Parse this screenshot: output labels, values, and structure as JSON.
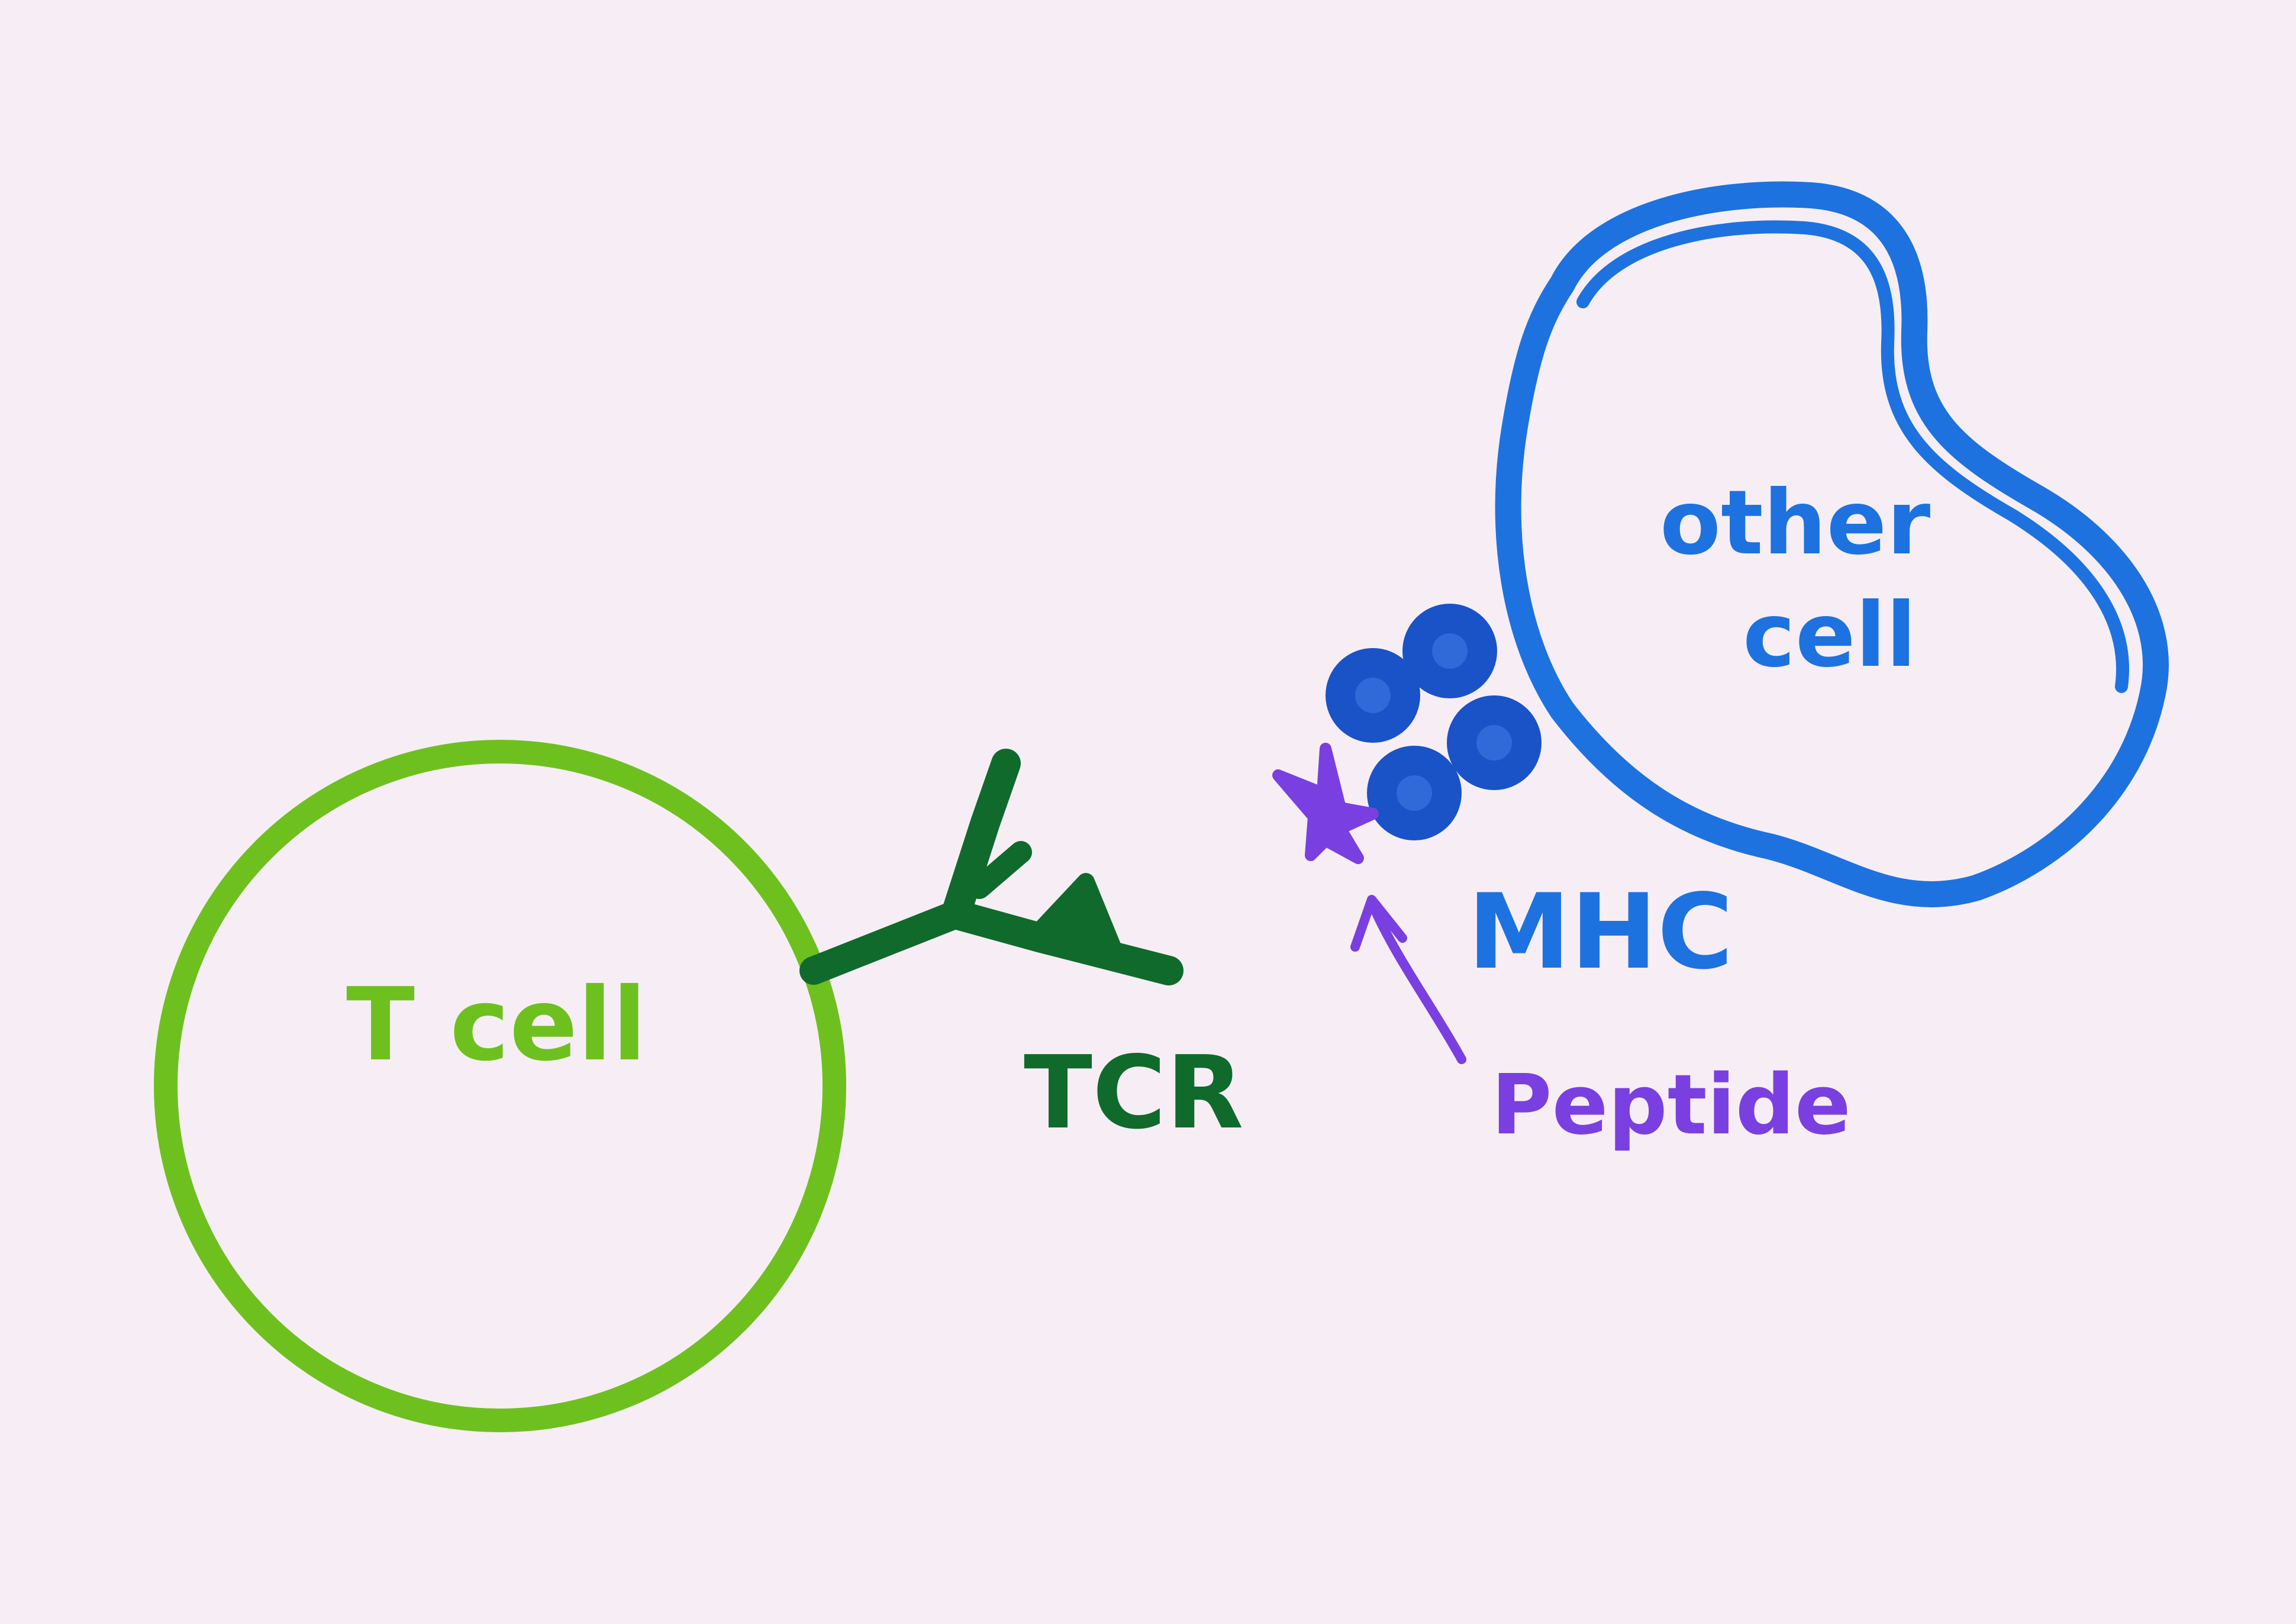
{
  "labels": {
    "t_cell": "T cell",
    "tcr": "TCR",
    "other_cell_line1": "other",
    "other_cell_line2": "cell",
    "mhc": "MHC",
    "peptide": "Peptide"
  },
  "colors": {
    "paper": "#f6eef4",
    "t_cell": "#6ec01f",
    "tcr": "#0f6a2c",
    "other_cell": "#1d72e0",
    "mhc": "#1a52c8",
    "peptide": "#7a3fe0"
  }
}
